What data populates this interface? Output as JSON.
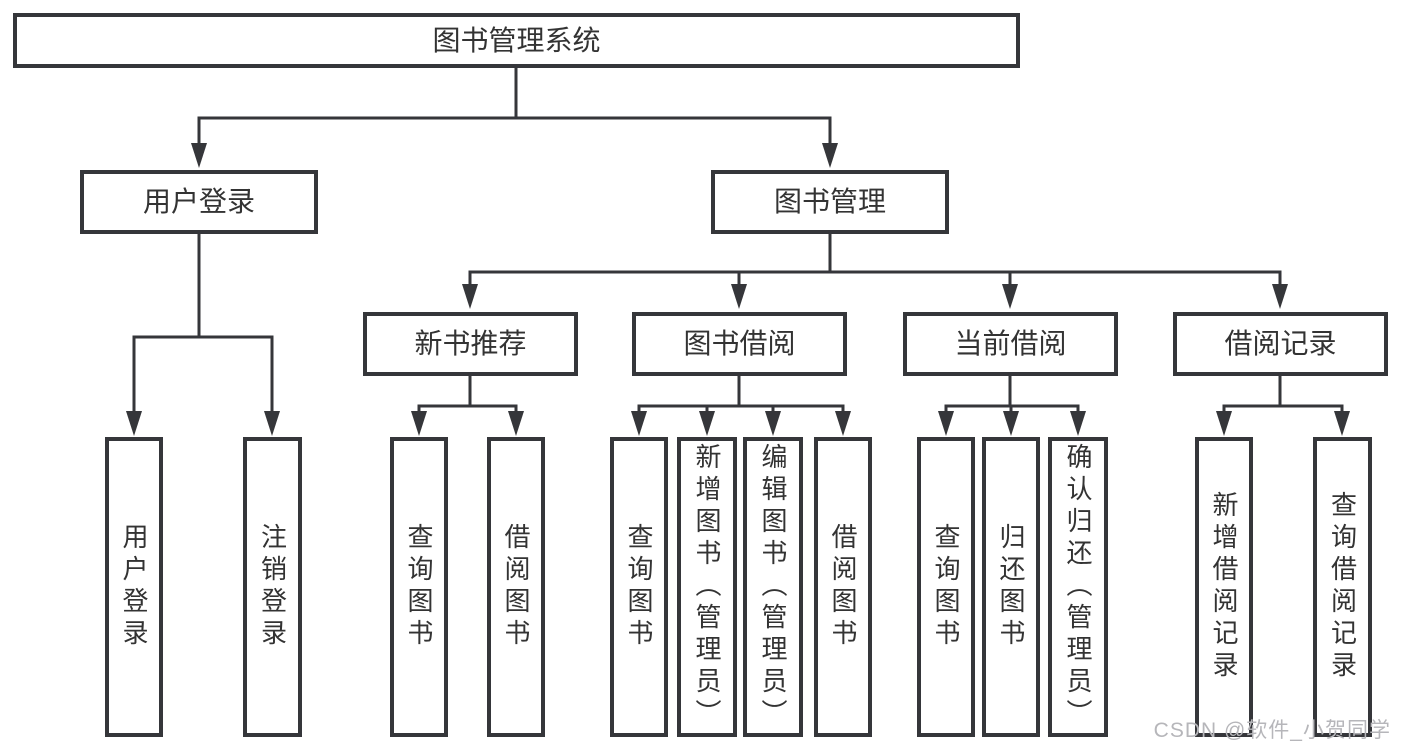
{
  "colors": {
    "line": "#35363a",
    "box_border": "#35363a",
    "text": "#333333",
    "watermark": "#b6b6ba",
    "background": "#ffffff"
  },
  "tree": {
    "label": "图书管理系统",
    "children": [
      {
        "label": "用户登录",
        "children": [
          {
            "label": "用户登录"
          },
          {
            "label": "注销登录"
          }
        ]
      },
      {
        "label": "图书管理",
        "children": [
          {
            "label": "新书推荐",
            "children": [
              {
                "label": "查询图书"
              },
              {
                "label": "借阅图书"
              }
            ]
          },
          {
            "label": "图书借阅",
            "children": [
              {
                "label": "查询图书"
              },
              {
                "label": "新增图书（管理员）"
              },
              {
                "label": "编辑图书（管理员）"
              },
              {
                "label": "借阅图书"
              }
            ]
          },
          {
            "label": "当前借阅",
            "children": [
              {
                "label": "查询图书"
              },
              {
                "label": "归还图书"
              },
              {
                "label": "确认归还（管理员）"
              }
            ]
          },
          {
            "label": "借阅记录",
            "children": [
              {
                "label": "新增借阅记录"
              },
              {
                "label": "查询借阅记录"
              }
            ]
          }
        ]
      }
    ]
  },
  "watermark": {
    "text": "CSDN @软件_小贺同学"
  }
}
